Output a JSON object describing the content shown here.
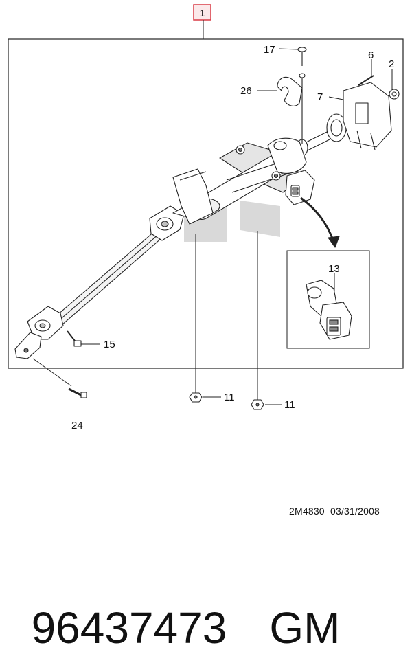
{
  "diagram": {
    "assembly_callout": "1",
    "callouts": {
      "c2": "2",
      "c6": "6",
      "c7": "7",
      "c11a": "11",
      "c11b": "11",
      "c13": "13",
      "c15": "15",
      "c17": "17",
      "c24": "24",
      "c26": "26"
    },
    "colors": {
      "assembly_box": "#d83a45",
      "assembly_fill": "#fbe9ea",
      "line": "#222222"
    }
  },
  "footer": {
    "drawing_code": "2M4830  03/31/2008",
    "part_number": "96437473",
    "brand": "GM"
  }
}
